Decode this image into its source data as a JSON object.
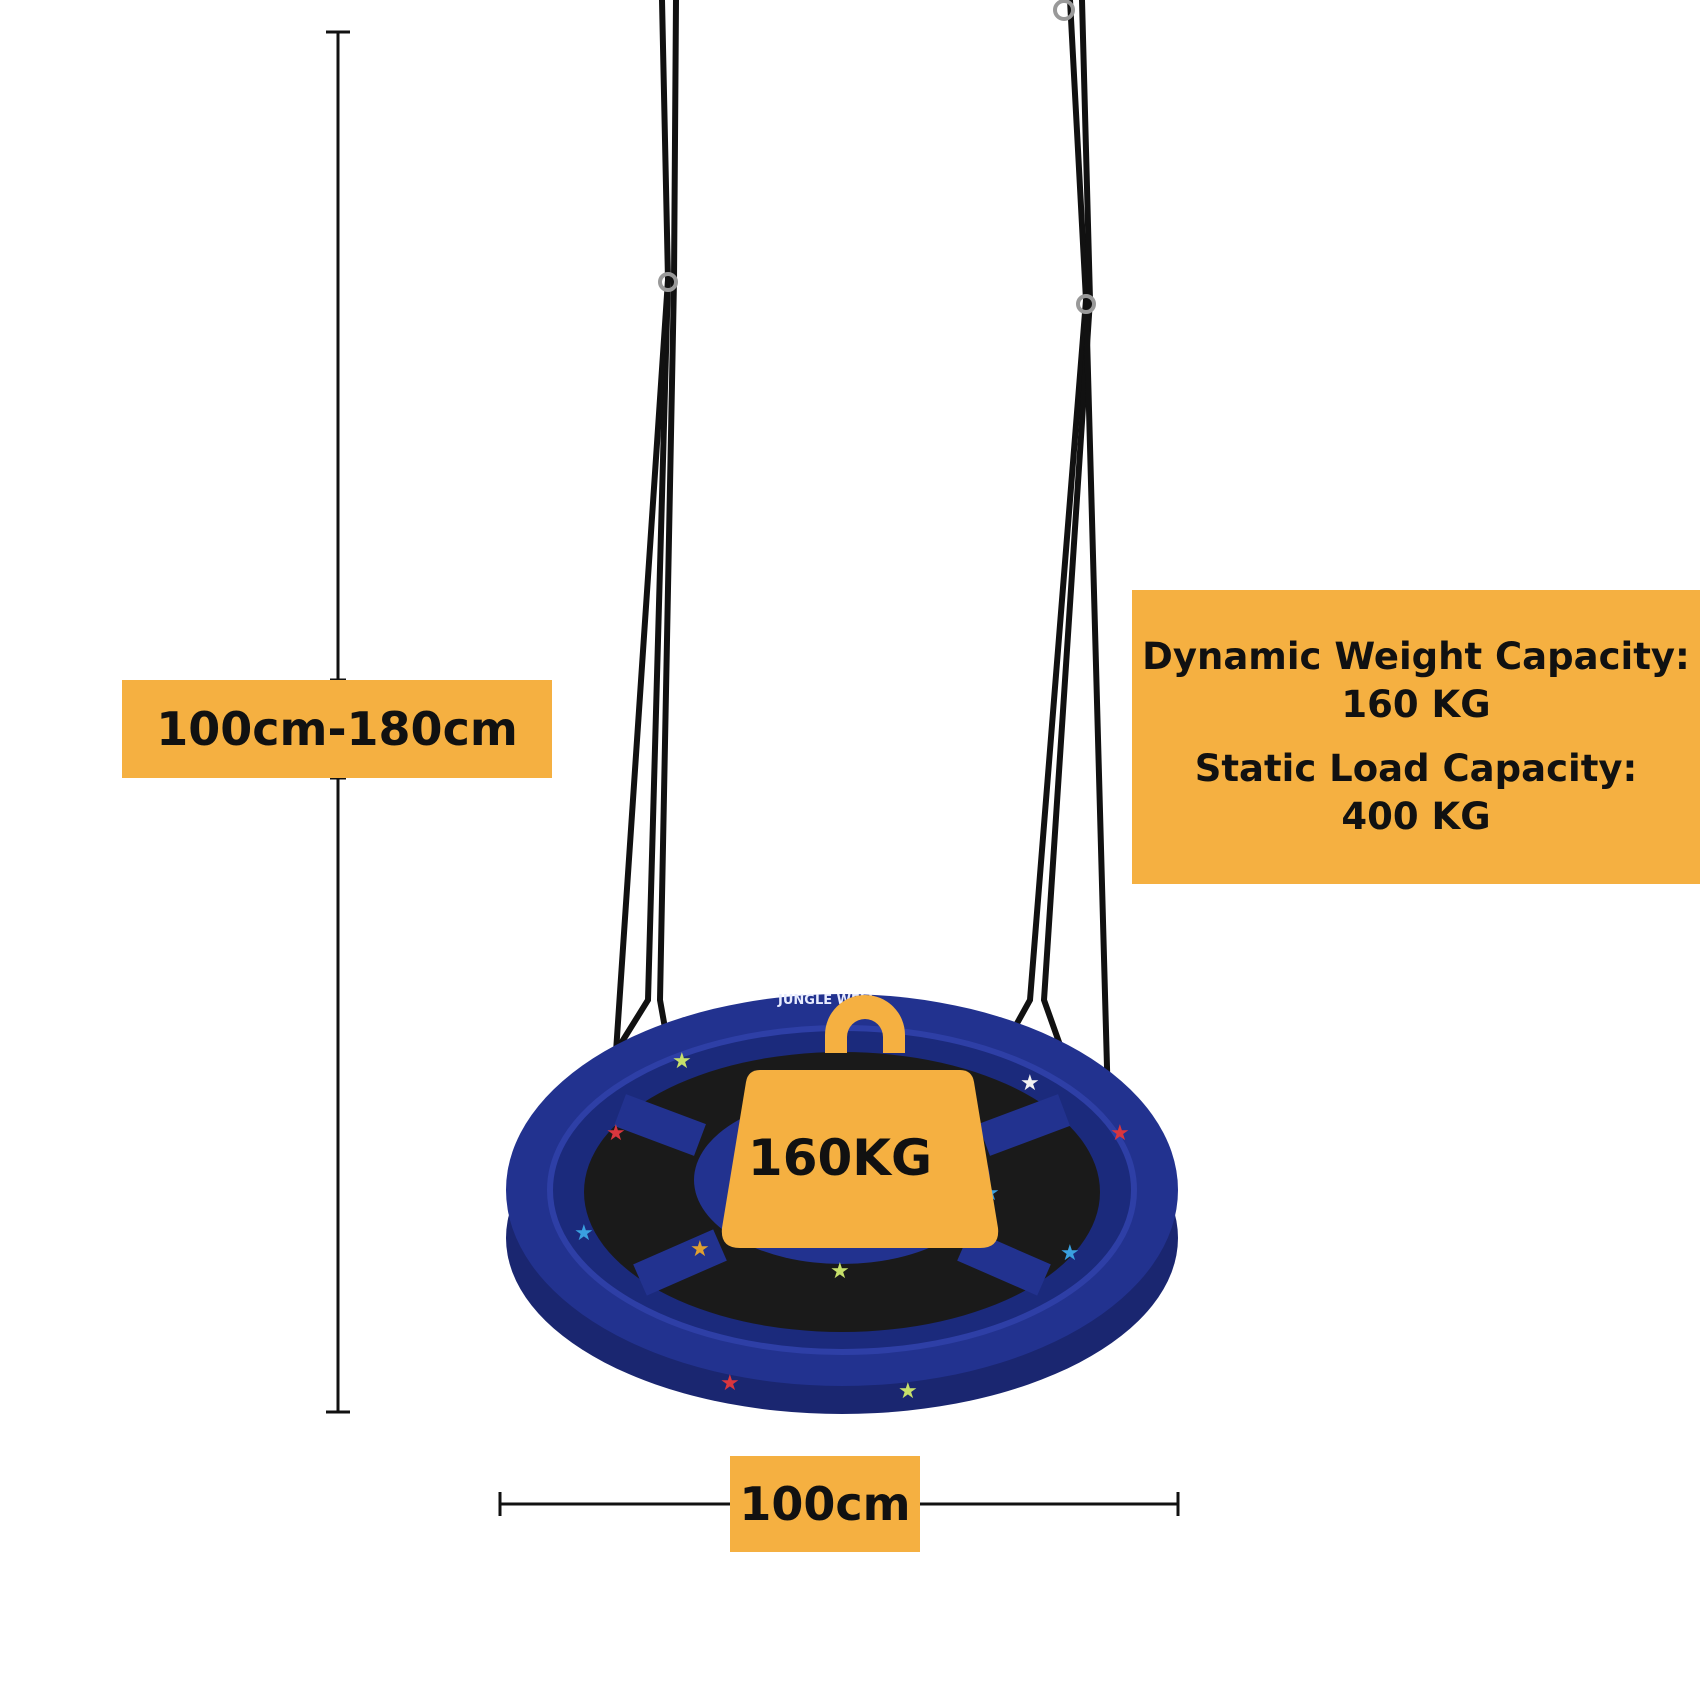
{
  "dimensions": {
    "height_range": "100cm-180cm",
    "seat_width": "100cm"
  },
  "capacity": {
    "dynamic_title": "Dynamic Weight Capacity:",
    "dynamic_value": "160 KG",
    "static_title": "Static Load Capacity:",
    "static_value": "400 KG"
  },
  "weight_icon": {
    "label": "160KG",
    "icon": "kettlebell-weight-icon"
  },
  "brand": {
    "logo_text": "JUNGLE WELL"
  },
  "colors": {
    "accent": "#F5B041",
    "seat_blue": "#1F2F8A",
    "mesh": "#1a1a1a",
    "rope": "#111111"
  }
}
